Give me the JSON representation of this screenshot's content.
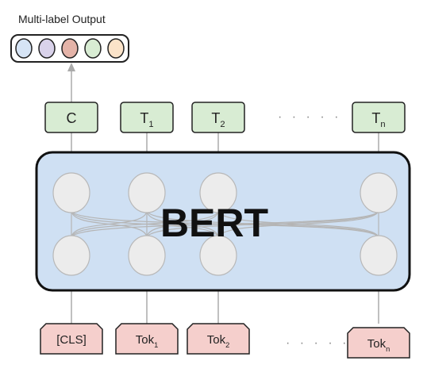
{
  "output": {
    "title": "Multi-label Output",
    "dot_colors": [
      "#d6e4f5",
      "#d9d2ea",
      "#e4b3a8",
      "#d8ecd3",
      "#fbe3c9"
    ]
  },
  "outputs": [
    {
      "base": "C",
      "sub": ""
    },
    {
      "base": "T",
      "sub": "1"
    },
    {
      "base": "T",
      "sub": "2"
    },
    {
      "base": "T",
      "sub": "n"
    }
  ],
  "inputs": [
    {
      "base": "[CLS]",
      "sub": ""
    },
    {
      "base": "Tok",
      "sub": "1"
    },
    {
      "base": "Tok",
      "sub": "2"
    },
    {
      "base": "Tok",
      "sub": "n"
    }
  ],
  "model": {
    "label": "BERT"
  },
  "colors": {
    "output_box": "#d8ecd3",
    "input_box": "#f5cfcc",
    "model_fill": "#cfe0f3",
    "node_fill": "#ececec"
  }
}
